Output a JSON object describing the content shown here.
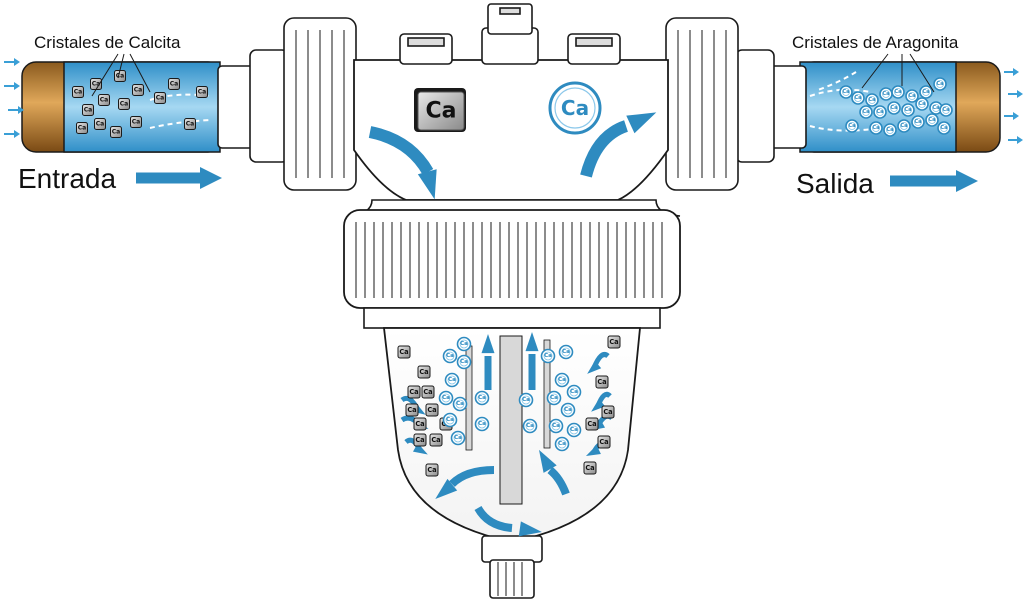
{
  "labels": {
    "calcite_crystals": "Cristales de Calcita",
    "aragonite_crystals": "Cristales de Aragonita",
    "inlet": "Entrada",
    "outlet": "Salida"
  },
  "symbol": "Ca",
  "colors": {
    "flow_arrow": "#2e8bc0",
    "water": "#5fb3e0",
    "pipe_copper": "#b87a2e",
    "outline": "#1a1a1a",
    "crystal_gray": "#bdbdbd"
  }
}
